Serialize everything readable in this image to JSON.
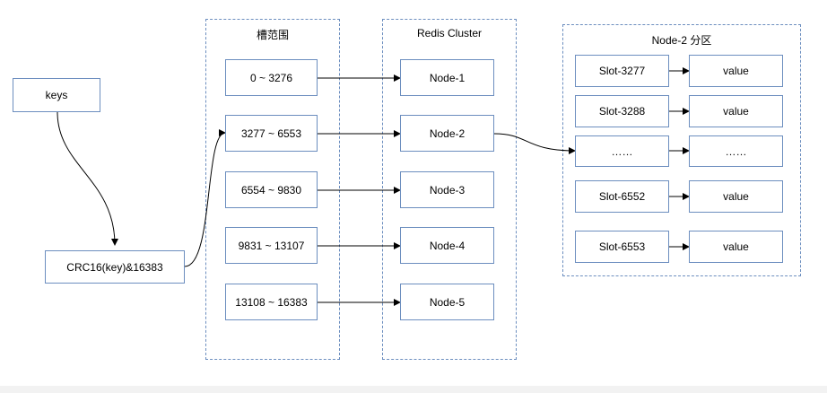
{
  "groups": {
    "slots": {
      "title": "槽范围"
    },
    "cluster": {
      "title": "Redis Cluster"
    },
    "partition": {
      "title": "Node-2  分区"
    }
  },
  "keys_label": "keys",
  "hash_label": "CRC16(key)&16383",
  "slot_ranges": [
    "0 ~ 3276",
    "3277 ~ 6553",
    "6554 ~ 9830",
    "9831 ~ 13107",
    "13108 ~ 16383"
  ],
  "nodes": [
    "Node-1",
    "Node-2",
    "Node-3",
    "Node-4",
    "Node-5"
  ],
  "partition_rows": [
    {
      "slot": "Slot-3277",
      "value": "value"
    },
    {
      "slot": "Slot-3288",
      "value": "value"
    },
    {
      "slot": "……",
      "value": "……"
    },
    {
      "slot": "Slot-6552",
      "value": "value"
    },
    {
      "slot": "Slot-6553",
      "value": "value"
    }
  ],
  "colors": {
    "border": "#6c8ebf",
    "arrow": "#000000"
  }
}
